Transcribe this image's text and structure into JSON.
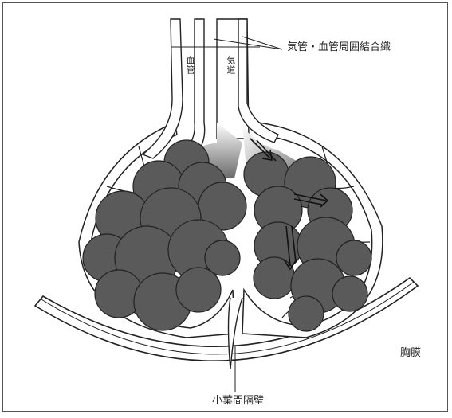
{
  "labels": {
    "connective_tissue": "気管・血管周囲結合織",
    "blood_vessel": "血管",
    "airway": "気道",
    "pleura": "胸膜",
    "interlobular_septum": "小葉間隔壁"
  },
  "colors": {
    "alveoli_fill": "#5a5a5a",
    "outline": "#222222",
    "background": "#ffffff"
  }
}
